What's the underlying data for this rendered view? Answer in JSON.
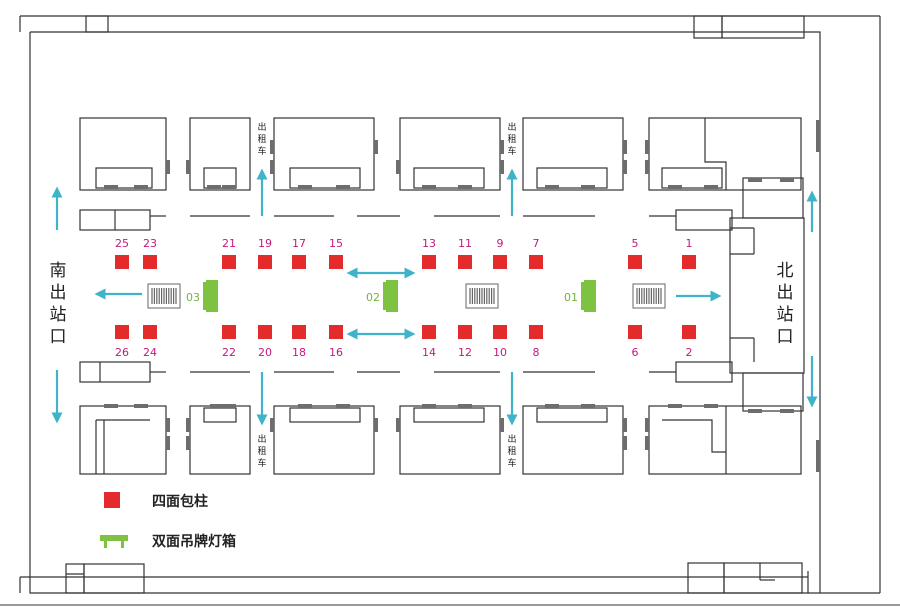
{
  "colors": {
    "pillar": "#e32b2b",
    "pillar_label": "#c4197d",
    "lightbox": "#7ec242",
    "lightbox_label": "#74b33a",
    "arrow": "#3fb3c9",
    "wall": "#333333",
    "stair": "#666666",
    "gate": "#6d6d6d"
  },
  "exits": {
    "south": "南出站口",
    "north": "北出站口"
  },
  "taxi_label": "出租车",
  "pillars": [
    "1",
    "2",
    "5",
    "6",
    "7",
    "8",
    "9",
    "10",
    "11",
    "12",
    "13",
    "14",
    "15",
    "16",
    "17",
    "18",
    "19",
    "20",
    "21",
    "22",
    "23",
    "24",
    "25",
    "26"
  ],
  "lightboxes": [
    "01",
    "02",
    "03"
  ],
  "legend": {
    "pillar_label": "四面包柱",
    "lightbox_label": "双面吊牌灯箱"
  }
}
